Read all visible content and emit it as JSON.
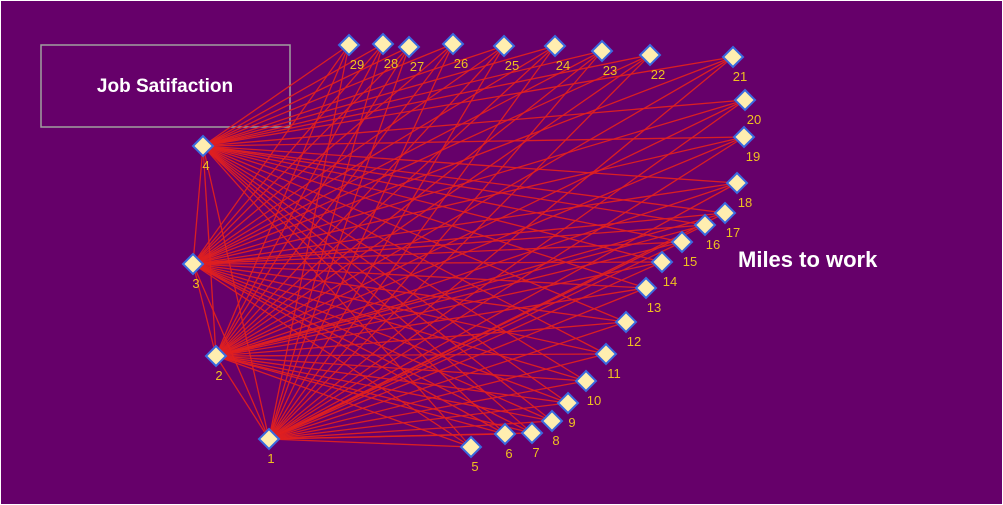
{
  "diagram": {
    "title": "Job Satifaction",
    "axis_label": "Miles to work",
    "colors": {
      "background": "#66006a",
      "edge": "#e02020",
      "node_fill": "#ffeeb0",
      "node_stroke": "#3a6adf",
      "node_label": "#f0c020",
      "text": "#ffffff",
      "title_box": "#a0a0a0"
    },
    "left_nodes": [
      "1",
      "2",
      "3",
      "4"
    ],
    "right_nodes": [
      "5",
      "6",
      "7",
      "8",
      "9",
      "10",
      "11",
      "12",
      "13",
      "14",
      "15",
      "16",
      "17",
      "18",
      "19",
      "20",
      "21",
      "22",
      "23",
      "24",
      "25",
      "26",
      "27",
      "28",
      "29"
    ],
    "edges": "complete bipartite: every left node (1-4) connects to every right node (5-29); left nodes also interconnect"
  }
}
